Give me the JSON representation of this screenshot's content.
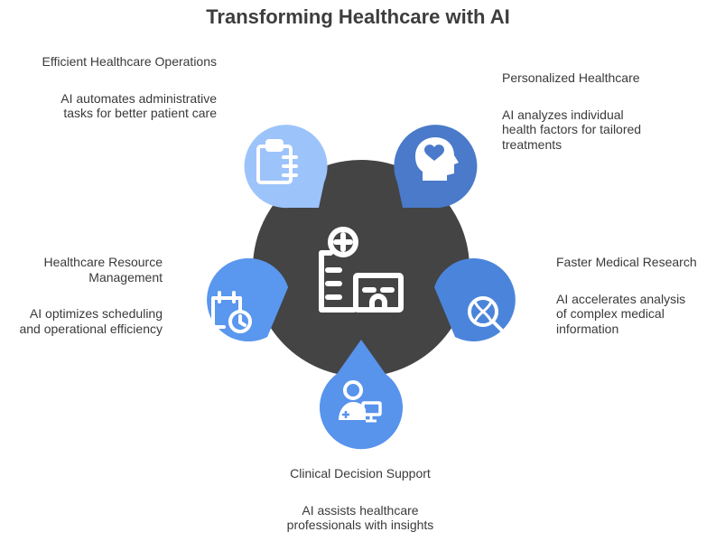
{
  "title": "Transforming Healthcare with AI",
  "center": {
    "icon": "hospital-icon",
    "color": "#444444"
  },
  "items": [
    {
      "heading": "Efficient Healthcare Operations",
      "description": "AI automates administrative tasks for better patient care",
      "icon": "clipboard-icon",
      "color": "#9dc3fb"
    },
    {
      "heading": "Personalized Healthcare",
      "description": "AI analyzes individual health factors for tailored treatments",
      "icon": "head-heart-icon",
      "color": "#4a7ac9"
    },
    {
      "heading": "Healthcare Resource Management",
      "description": "AI optimizes scheduling and operational efficiency",
      "icon": "calendar-clock-icon",
      "color": "#5a97ee"
    },
    {
      "heading": "Faster Medical Research",
      "description": "AI accelerates analysis of complex medical information",
      "icon": "dna-search-icon",
      "color": "#4b85db"
    },
    {
      "heading": "Clinical Decision Support",
      "description": "AI assists healthcare professionals with insights",
      "icon": "doctor-computer-icon",
      "color": "#5893ec"
    }
  ]
}
